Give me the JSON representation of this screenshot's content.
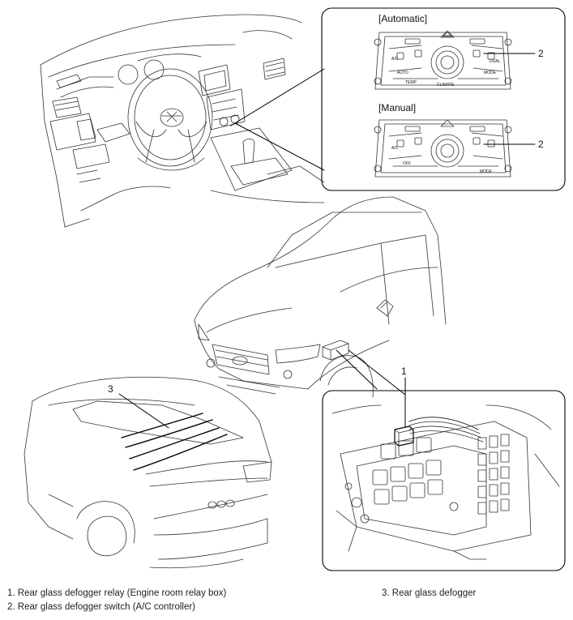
{
  "panels": {
    "automatic_label": "[Automatic]",
    "manual_label": "[Manual]"
  },
  "callouts": {
    "one": "1",
    "two_auto": "2",
    "two_manual": "2",
    "three": "3"
  },
  "controller_text": {
    "ac": "A/C",
    "auto": "AUTO",
    "dual": "DUAL",
    "mode": "MODE",
    "temp": "TEMP",
    "off": "OFF",
    "climate": "CLIMATE"
  },
  "legend": {
    "item1": "1. Rear glass defogger relay (Engine room relay box)",
    "item2": "2. Rear glass defogger switch (A/C controller)",
    "item3": "3. Rear glass defogger"
  }
}
